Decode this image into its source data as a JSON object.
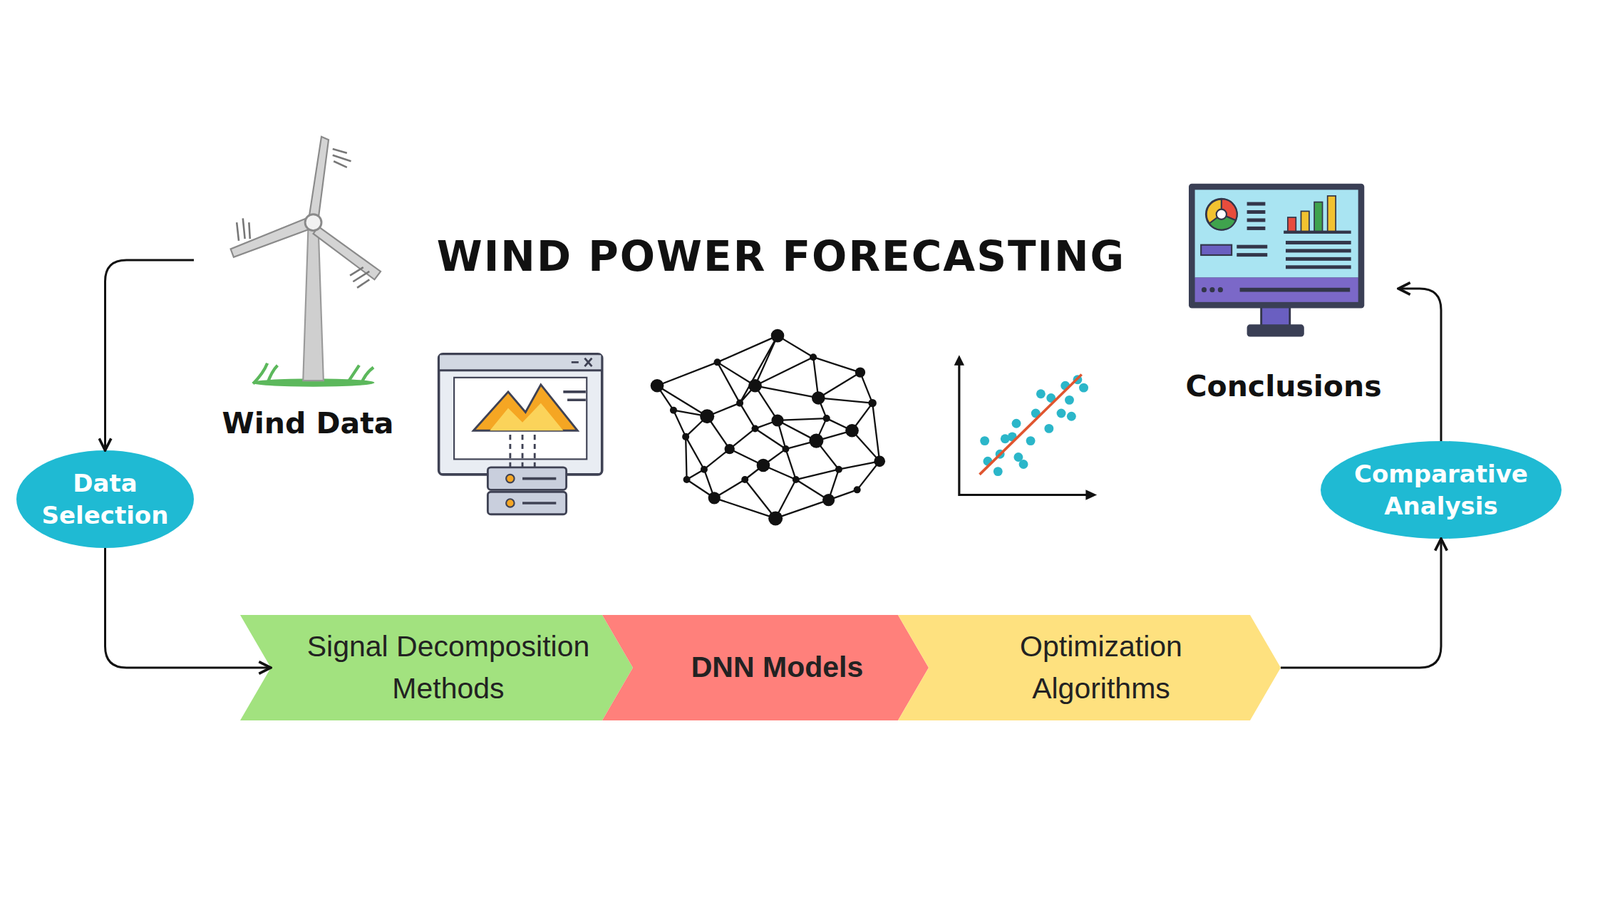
{
  "diagram": {
    "title": "WIND POWER FORECASTING",
    "nodes": [
      {
        "text": [
          "Wind Data"
        ]
      },
      {
        "text": [
          "Conclusions"
        ]
      },
      {
        "text": [
          "Data Selection"
        ]
      },
      {
        "text": [
          "Comparative Analysis"
        ]
      },
      {
        "text": [
          "Signal Decomposition Methods"
        ]
      },
      {
        "text": [
          "DNN Models"
        ]
      },
      {
        "text": [
          "Optimization Algorithms"
        ]
      }
    ],
    "edges": [
      {
        "from": 0,
        "to": 2,
        "arrow": "to"
      },
      {
        "from": 2,
        "to": 4,
        "arrow": "to"
      },
      {
        "from": 6,
        "to": 3,
        "arrow": "to"
      },
      {
        "from": 3,
        "to": 1,
        "arrow": "to"
      }
    ]
  }
}
